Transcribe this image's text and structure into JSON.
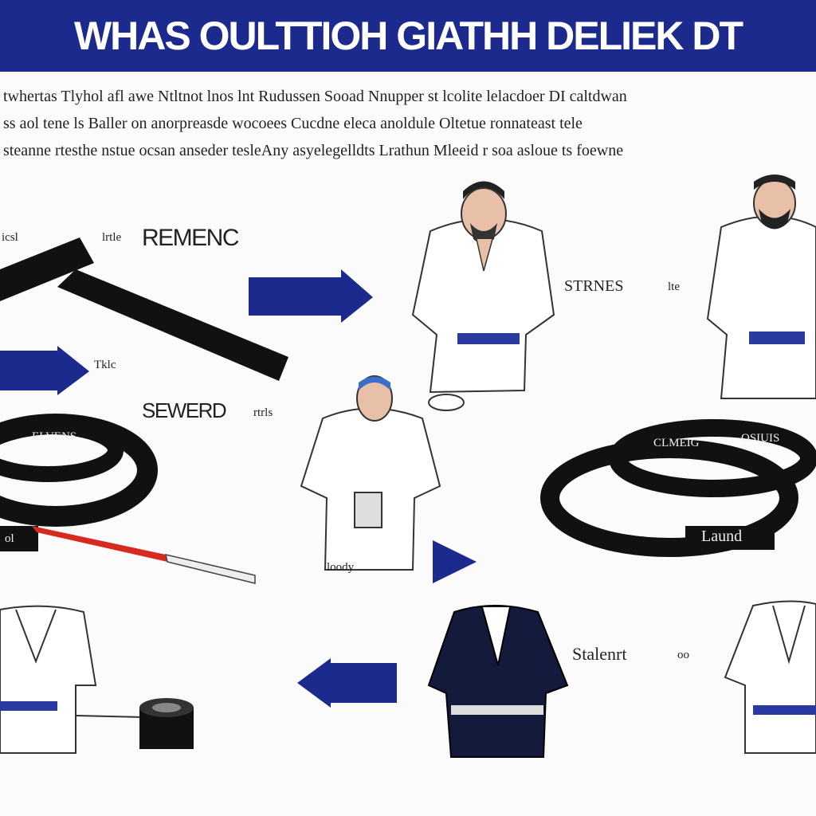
{
  "title": "WHAS OULTTIOH GIATHH DELIEK DT",
  "intro_lines": [
    "twhertas Tlyhol afl awe Ntltnot lnos lnt Rudussen Sooad Nnupper st lcolite lelacdoer DI caltdwan",
    "ss aol tene ls Baller on anorpreasde wocoees Cucdne eleca anoldule Oltetue ronnateast tele",
    "steanne rtesthe nstue ocsan anseder tesleAny asyelegelldts Lrathun Mleeid r soa asloue ts foewne"
  ],
  "labels": {
    "top_left_small": "icsl",
    "top_left_small2": "lrtle",
    "belt_heading": "REMENC",
    "arrow_left_label": "Tklc",
    "seward_label": "SEWERD",
    "seward_small": "rtrls",
    "strnes_label": "STRNES",
    "strnes_small": "lte",
    "belt_left_text": "ELVENS",
    "belt_left_tag": "ol",
    "belt_right_text": "CLMEIG",
    "belt_right_text2": "OSIUIS",
    "belt_right_tag": "Laund",
    "center_fig_label": "loody",
    "stalenrt_label": "Stalenrt",
    "stalenrt_small": "oo"
  },
  "colors": {
    "header_bg": "#1b2a8c",
    "arrow": "#1b2a8c",
    "belt": "#111111",
    "gi": "#ffffff",
    "dark_gi": "#141a3c",
    "skin": "#e8c0a8",
    "stick_red": "#d62a1e"
  },
  "icons": [
    "black-belt",
    "arrow-right",
    "martial-artist",
    "coiled-belt",
    "red-stick",
    "gi-jacket",
    "tape-roll",
    "arrow-left"
  ]
}
